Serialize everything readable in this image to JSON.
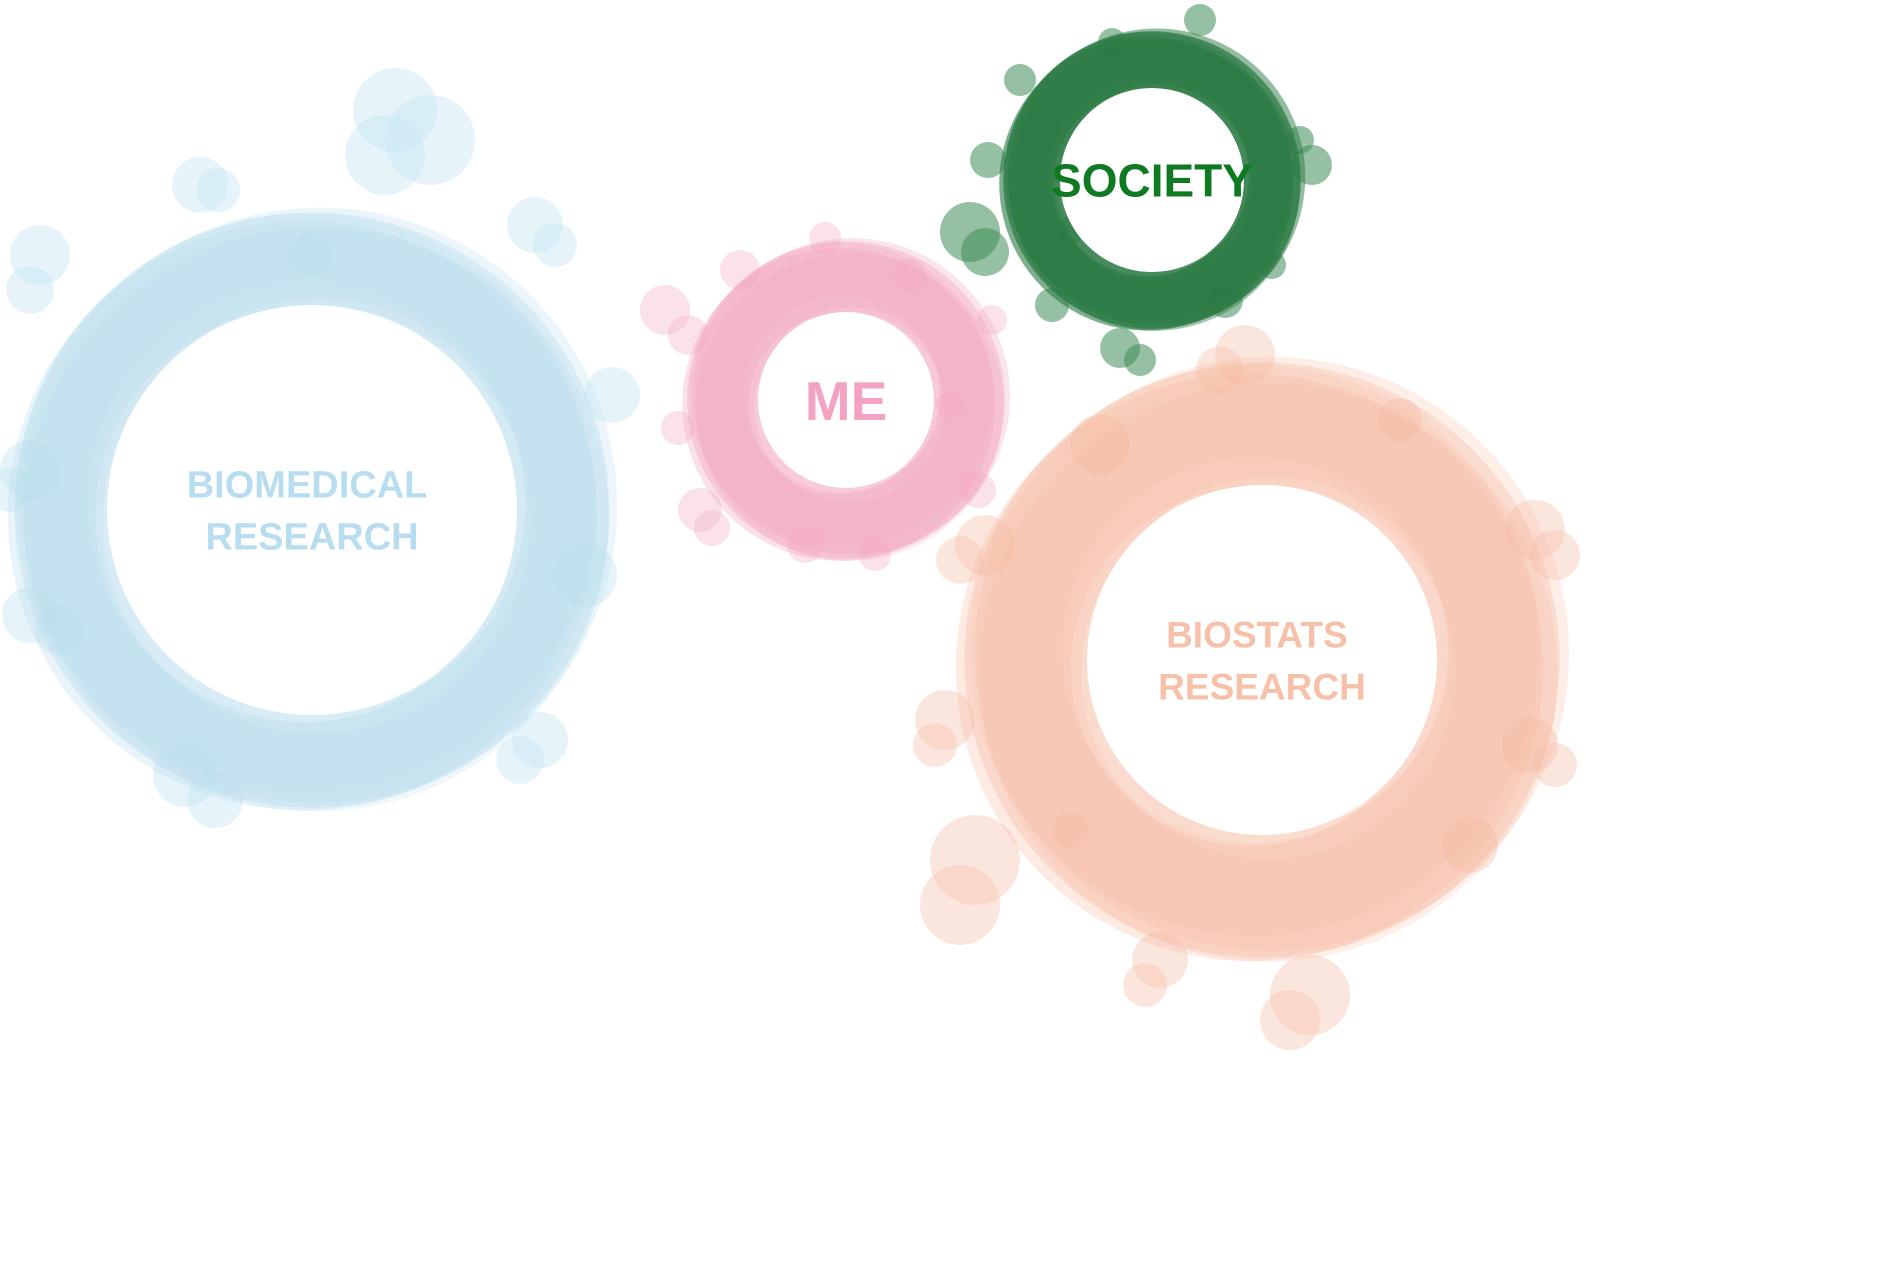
{
  "circles": [
    {
      "id": "biomedical",
      "label_lines": [
        "BIOMEDICAL",
        "RESEARCH"
      ],
      "ring_color": "#b9dcec",
      "blob_color": "#c8e6f3",
      "text_color": "#b8ddf0"
    },
    {
      "id": "me",
      "label_lines": [
        "ME"
      ],
      "ring_color": "#f2a7c0",
      "blob_color": "#f4bcd0",
      "text_color": "#f2a3c2"
    },
    {
      "id": "society",
      "label_lines": [
        "SOCIETY"
      ],
      "ring_color": "#2b7a44",
      "blob_color": "#3f8c57",
      "text_color": "#0f7a22"
    },
    {
      "id": "biostats",
      "label_lines": [
        "BIOSTATS",
        "RESEARCH"
      ],
      "ring_color": "#f5b9a1",
      "blob_color": "#f7c7b3",
      "text_color": "#f7c0a8"
    }
  ]
}
